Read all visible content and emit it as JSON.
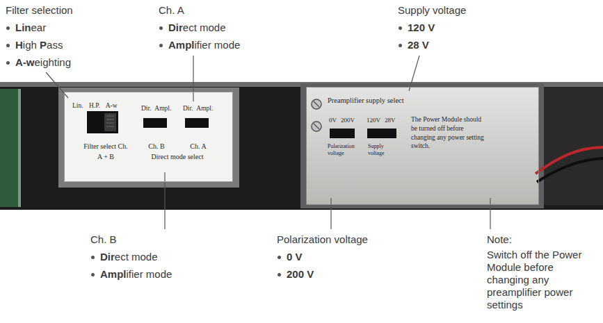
{
  "diagram": {
    "nodes": [
      {
        "text": [
          "Lin. H.P. A-w",
          "Dir. Ampl.",
          "Dir. Ampl.",
          "Filter select Ch. A + B",
          "Ch. B",
          "Ch. A",
          "Direct mode select"
        ]
      },
      {
        "text": [
          "Preamplifier supply select",
          "0V 200V",
          "120V 28V",
          "Polarization voltage",
          "Supply voltage",
          "The Power Module should be turned off before changing any power setting switch."
        ]
      }
    ],
    "labels": [
      "Filter selection",
      "Linear",
      "High Pass",
      "A-weighting",
      "Ch. A",
      "Direct mode",
      "Amplifier mode",
      "Supply voltage",
      "120 V",
      "28 V",
      "Ch. B",
      "Direct mode",
      "Amplifier mode",
      "Polarization voltage",
      "0 V",
      "200 V",
      "Note:",
      "Switch off the Power Module before changing any preamplifier power settings"
    ]
  }
}
